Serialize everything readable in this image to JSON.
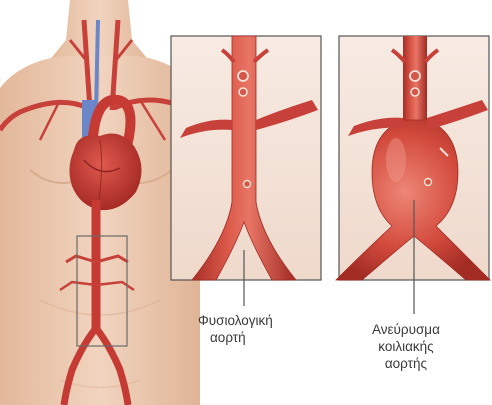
{
  "labels": {
    "normal": {
      "line1": "Φυσιολογική",
      "line2": "αορτή"
    },
    "aneurysm": {
      "line1": "Ανεύρυσμα",
      "line2": "κοιλιακής",
      "line3": "αορτής"
    }
  },
  "colors": {
    "skin": "#eccab0",
    "skin_shade": "#d9ad90",
    "artery": "#d0463a",
    "artery_dark": "#a62d25",
    "artery_light": "#ea7a6a",
    "vein": "#6b86c9",
    "heart": "#c63a34",
    "panel_border": "#555555",
    "panel_bg": "#f3e3d8",
    "text": "#3a3a3a"
  }
}
